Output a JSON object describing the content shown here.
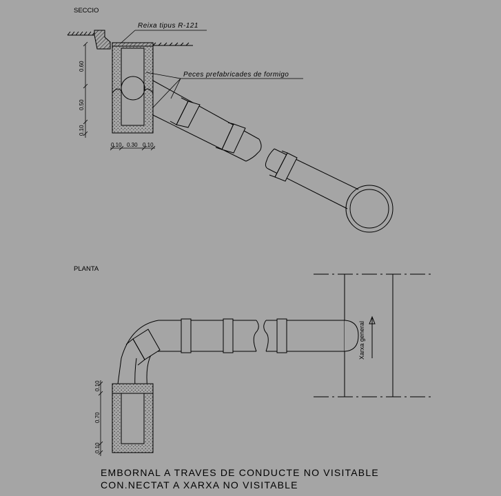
{
  "section": {
    "label": "SECCIO",
    "callout_grate": "Reixa tipus R-121",
    "callout_precast": "Peces prefabricades de formigo",
    "dim_vertical": [
      "0.60",
      "0.50",
      "0.10"
    ],
    "dim_horizontal": [
      "0.10",
      "0.30",
      "0.10"
    ]
  },
  "plan": {
    "label": "PLANTA",
    "main_label": "Xarxa general",
    "dim_vertical": [
      "0.10",
      "0.70",
      "0.10"
    ]
  },
  "title": {
    "line1": "EMBORNAL A TRAVES DE CONDUCTE NO VISITABLE",
    "line2": "CON.NECTAT A XARXA NO VISITABLE"
  }
}
